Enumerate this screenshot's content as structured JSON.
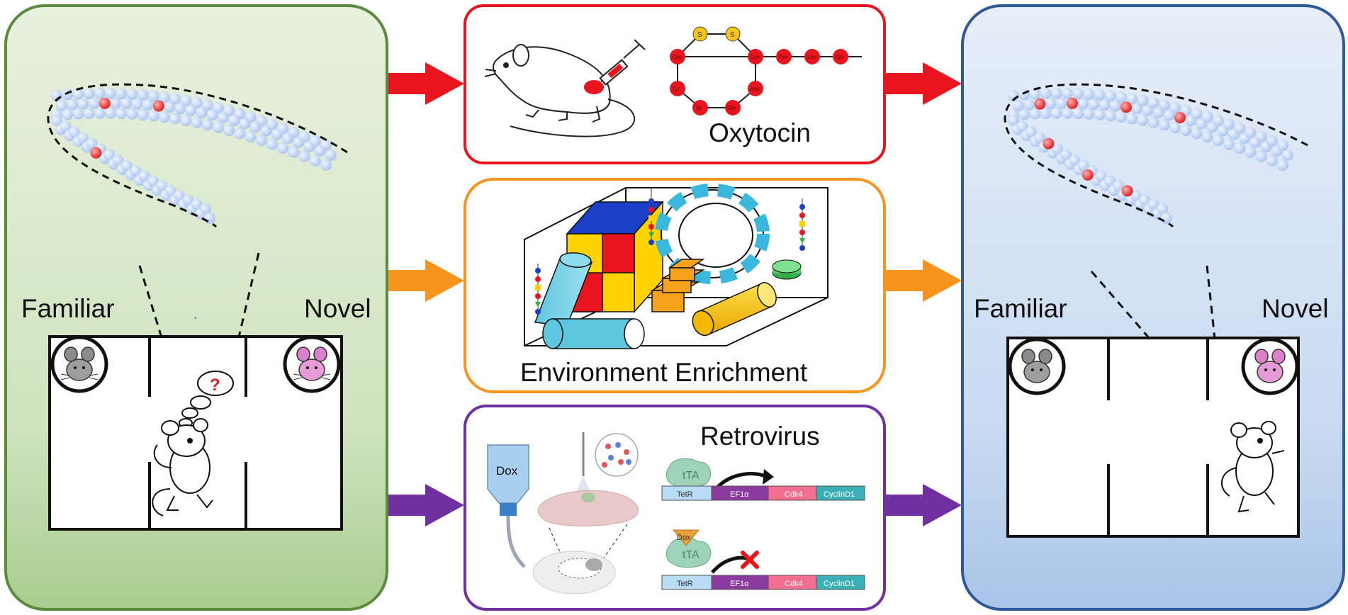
{
  "left_panel": {
    "label_familiar": "Familiar",
    "label_novel": "Novel",
    "thought_mark": "?"
  },
  "right_panel": {
    "label_familiar": "Familiar",
    "label_novel": "Novel"
  },
  "oxytocin": {
    "title": "Oxytocin",
    "sulfur_labels": [
      "S",
      "S"
    ],
    "residues": [
      "Cys",
      "Tyr",
      "Ile",
      "Gln",
      "Asn",
      "Cys",
      "Pro",
      "Leu",
      "Gly"
    ]
  },
  "enrichment": {
    "title": "Environment Enrichment"
  },
  "retrovirus": {
    "title": "Retrovirus",
    "bottle_label": "Dox",
    "dox_tag": "Dox",
    "protein_label": "tTA",
    "construct_on": [
      "TetR",
      "EF1α",
      "Cdk4",
      "CyclinD1"
    ],
    "construct_off": [
      "TetR",
      "EF1α",
      "Cdk4",
      "CyclinD1"
    ]
  },
  "colors": {
    "left_border": "#5a8a3a",
    "right_border": "#2e5a9c",
    "oxytocin_accent": "#e8141e",
    "enrichment_accent": "#f7941d",
    "retrovirus_accent": "#7030a0",
    "neuron_new": "#e82828",
    "neuron_base": "#b8cdf0"
  },
  "icons": [
    "mouse-icon",
    "syringe-icon",
    "question-mark-icon",
    "cross-icon",
    "arrow-right-icon"
  ]
}
